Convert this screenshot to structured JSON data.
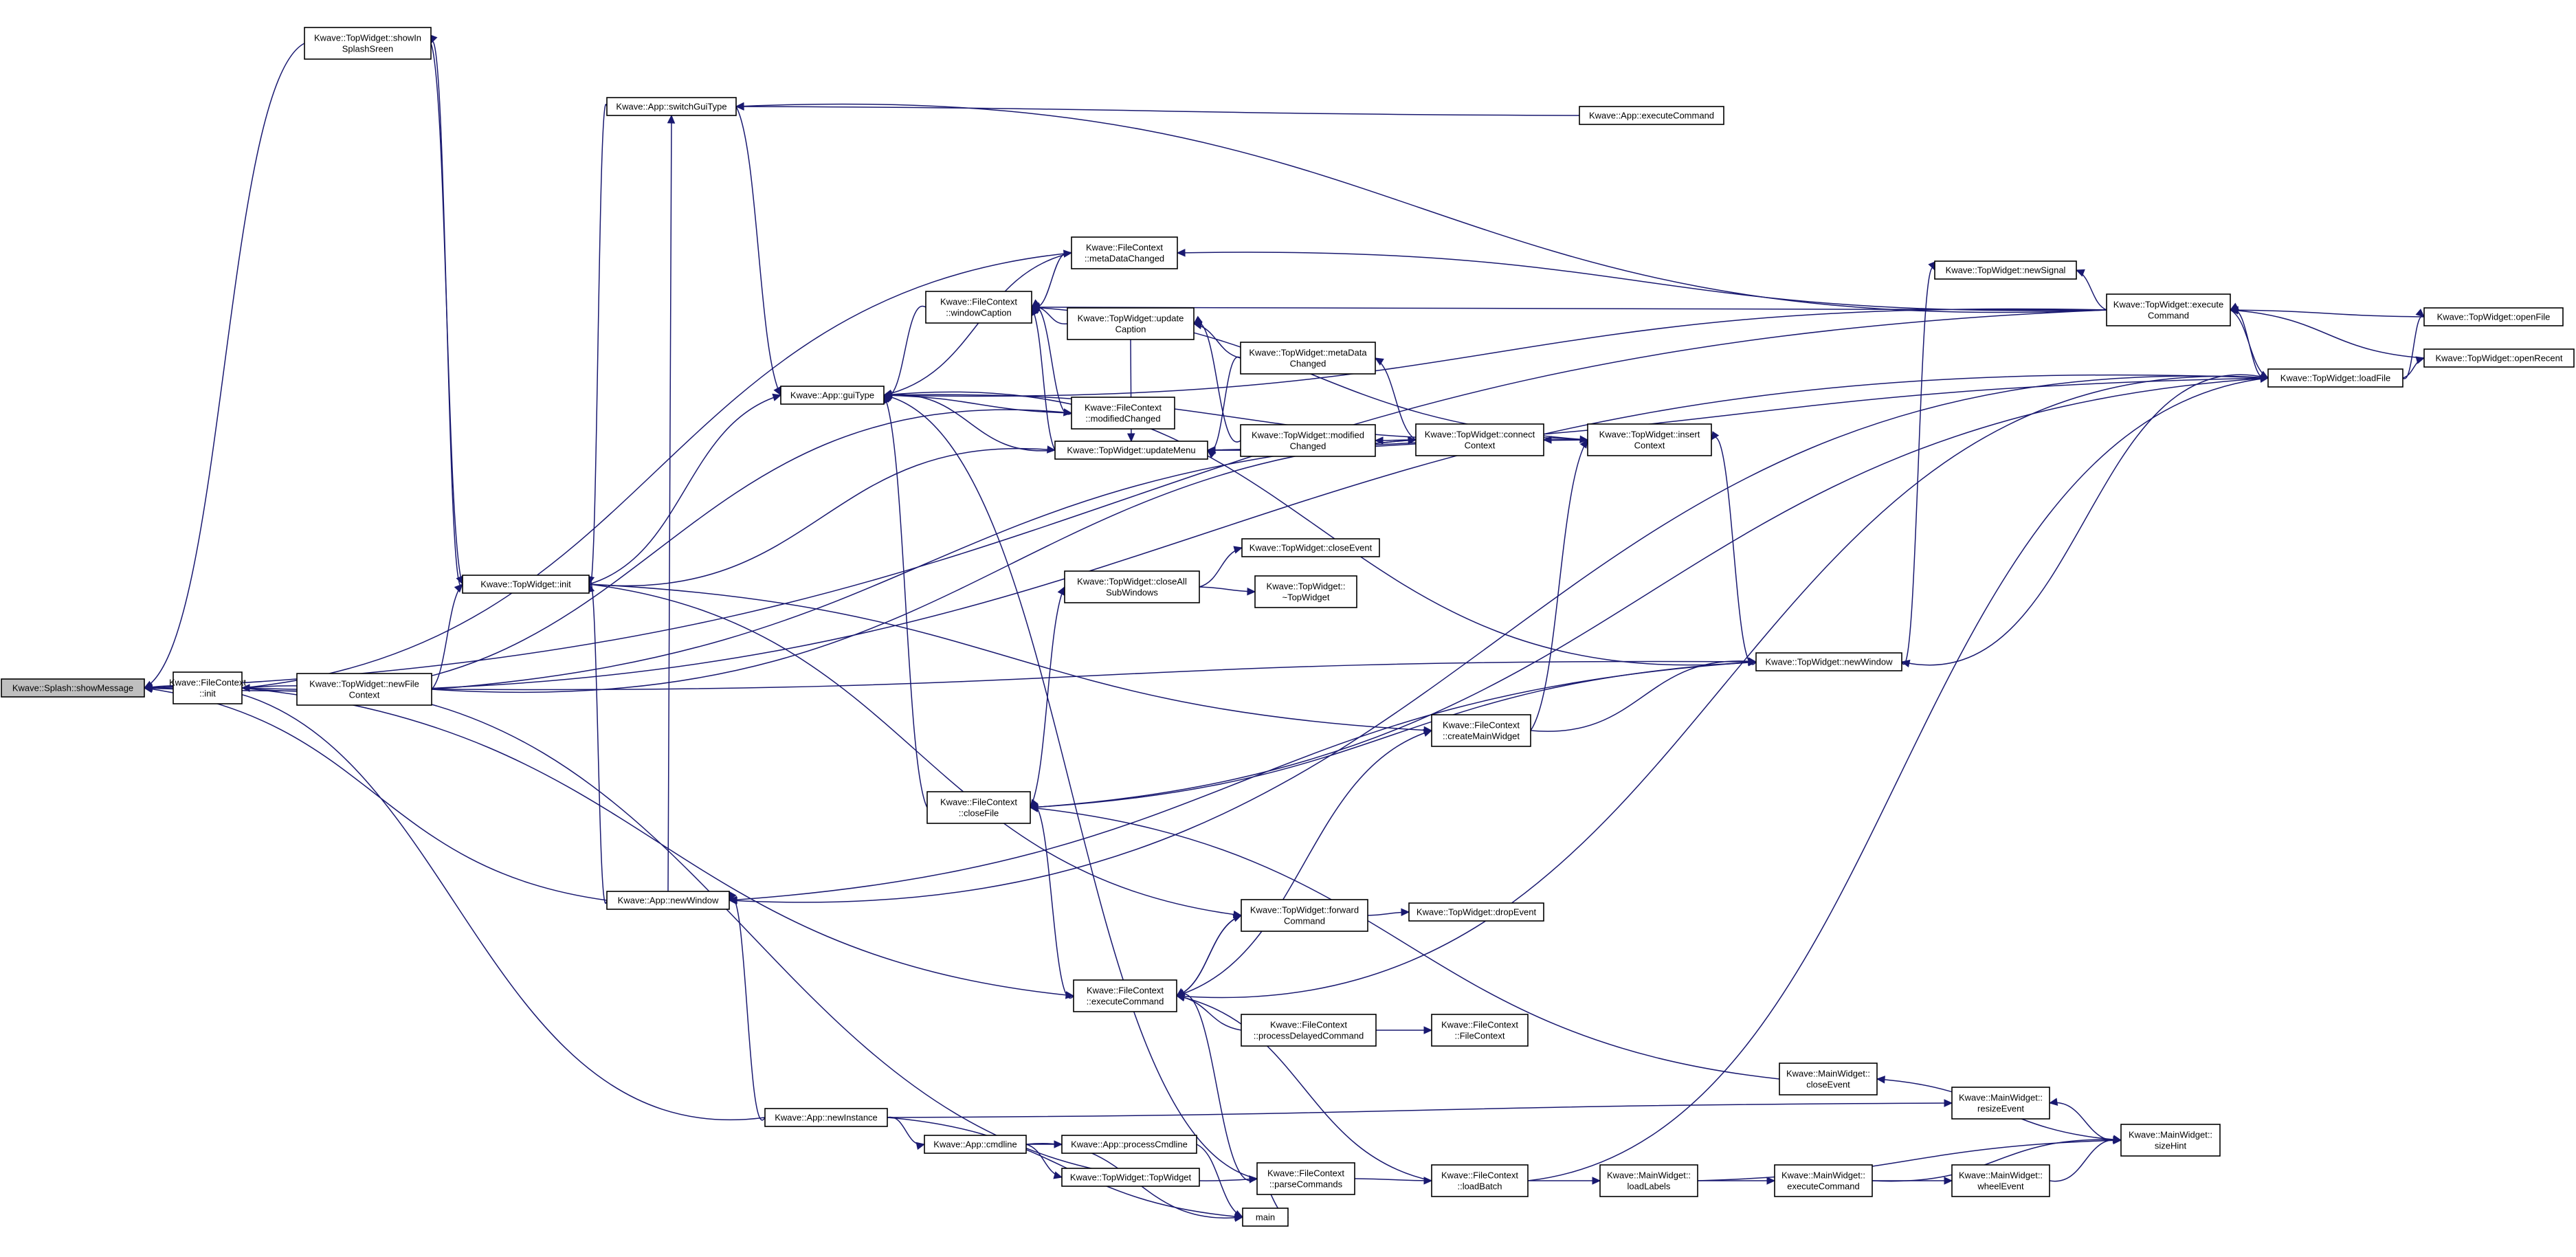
{
  "diagram": {
    "root": "showMessage",
    "colors": {
      "edge": "#191970",
      "node_border": "#000000",
      "root_fill": "#bfbfbf",
      "node_fill": "#ffffff"
    },
    "nodes": [
      {
        "id": "showMessage",
        "lines": [
          "Kwave::Splash::showMessage"
        ]
      },
      {
        "id": "fcInit",
        "lines": [
          "Kwave::FileContext",
          "::init"
        ]
      },
      {
        "id": "showInSplash",
        "lines": [
          "Kwave::TopWidget::showIn",
          "SplashSreen"
        ]
      },
      {
        "id": "switchGuiType",
        "lines": [
          "Kwave::App::switchGuiType"
        ]
      },
      {
        "id": "executeCommandApp",
        "lines": [
          "Kwave::App::executeCommand"
        ]
      },
      {
        "id": "metaDataChangedFC",
        "lines": [
          "Kwave::FileContext",
          "::metaDataChanged"
        ]
      },
      {
        "id": "windowCaption",
        "lines": [
          "Kwave::FileContext",
          "::windowCaption"
        ]
      },
      {
        "id": "guiType",
        "lines": [
          "Kwave::App::guiType"
        ]
      },
      {
        "id": "modifiedChangedFC",
        "lines": [
          "Kwave::FileContext",
          "::modifiedChanged"
        ]
      },
      {
        "id": "updateCaption",
        "lines": [
          "Kwave::TopWidget::update",
          "Caption"
        ]
      },
      {
        "id": "metaDataChangedTW",
        "lines": [
          "Kwave::TopWidget::metaData",
          "Changed"
        ]
      },
      {
        "id": "updateMenu",
        "lines": [
          "Kwave::TopWidget::updateMenu"
        ]
      },
      {
        "id": "modifiedChangedTW",
        "lines": [
          "Kwave::TopWidget::modified",
          "Changed"
        ]
      },
      {
        "id": "connectContext",
        "lines": [
          "Kwave::TopWidget::connect",
          "Context"
        ]
      },
      {
        "id": "insertContext",
        "lines": [
          "Kwave::TopWidget::insert",
          "Context"
        ]
      },
      {
        "id": "newSignal",
        "lines": [
          "Kwave::TopWidget::newSignal"
        ]
      },
      {
        "id": "executeCommandTW",
        "lines": [
          "Kwave::TopWidget::execute",
          "Command"
        ]
      },
      {
        "id": "openFile",
        "lines": [
          "Kwave::TopWidget::openFile"
        ]
      },
      {
        "id": "loadFile",
        "lines": [
          "Kwave::TopWidget::loadFile"
        ]
      },
      {
        "id": "openRecent",
        "lines": [
          "Kwave::TopWidget::openRecent"
        ]
      },
      {
        "id": "twInit",
        "lines": [
          "Kwave::TopWidget::init"
        ]
      },
      {
        "id": "newFileContext",
        "lines": [
          "Kwave::TopWidget::newFile",
          "Context"
        ]
      },
      {
        "id": "closeEventTW",
        "lines": [
          "Kwave::TopWidget::closeEvent"
        ]
      },
      {
        "id": "closeAllSub",
        "lines": [
          "Kwave::TopWidget::closeAll",
          "SubWindows"
        ]
      },
      {
        "id": "dtorTW",
        "lines": [
          "Kwave::TopWidget::",
          "~TopWidget"
        ]
      },
      {
        "id": "newWindowTW",
        "lines": [
          "Kwave::TopWidget::newWindow"
        ]
      },
      {
        "id": "createMainWidget",
        "lines": [
          "Kwave::FileContext",
          "::createMainWidget"
        ]
      },
      {
        "id": "closeFile",
        "lines": [
          "Kwave::FileContext",
          "::closeFile"
        ]
      },
      {
        "id": "newWindowApp",
        "lines": [
          "Kwave::App::newWindow"
        ]
      },
      {
        "id": "forwardCommand",
        "lines": [
          "Kwave::TopWidget::forward",
          "Command"
        ]
      },
      {
        "id": "dropEvent",
        "lines": [
          "Kwave::TopWidget::dropEvent"
        ]
      },
      {
        "id": "executeCommandFC",
        "lines": [
          "Kwave::FileContext",
          "::executeCommand"
        ]
      },
      {
        "id": "processDelayed",
        "lines": [
          "Kwave::FileContext",
          "::processDelayedCommand"
        ]
      },
      {
        "id": "fcCtor",
        "lines": [
          "Kwave::FileContext",
          "::FileContext"
        ]
      },
      {
        "id": "closeEventMW",
        "lines": [
          "Kwave::MainWidget::",
          "closeEvent"
        ]
      },
      {
        "id": "resizeEvent",
        "lines": [
          "Kwave::MainWidget::",
          "resizeEvent"
        ]
      },
      {
        "id": "sizeHint",
        "lines": [
          "Kwave::MainWidget::",
          "sizeHint"
        ]
      },
      {
        "id": "newInstance",
        "lines": [
          "Kwave::App::newInstance"
        ]
      },
      {
        "id": "cmdline",
        "lines": [
          "Kwave::App::cmdline"
        ]
      },
      {
        "id": "processCmdline",
        "lines": [
          "Kwave::App::processCmdline"
        ]
      },
      {
        "id": "twCtor",
        "lines": [
          "Kwave::TopWidget::TopWidget"
        ]
      },
      {
        "id": "parseCommands",
        "lines": [
          "Kwave::FileContext",
          "::parseCommands"
        ]
      },
      {
        "id": "loadBatch",
        "lines": [
          "Kwave::FileContext",
          "::loadBatch"
        ]
      },
      {
        "id": "loadLabels",
        "lines": [
          "Kwave::MainWidget::",
          "loadLabels"
        ]
      },
      {
        "id": "executeCommandMW",
        "lines": [
          "Kwave::MainWidget::",
          "executeCommand"
        ]
      },
      {
        "id": "wheelEvent",
        "lines": [
          "Kwave::MainWidget::",
          "wheelEvent"
        ]
      },
      {
        "id": "main",
        "lines": [
          "main"
        ]
      }
    ],
    "edges": [
      [
        "fcInit",
        "showMessage"
      ],
      [
        "showInSplash",
        "showMessage"
      ],
      [
        "newWindowApp",
        "showMessage"
      ],
      [
        "newInstance",
        "showMessage"
      ],
      [
        "loadFile",
        "showMessage"
      ],
      [
        "executeCommandTW",
        "showMessage"
      ],
      [
        "newFileContext",
        "fcInit"
      ],
      [
        "twInit",
        "showInSplash"
      ],
      [
        "executeCommandApp",
        "switchGuiType"
      ],
      [
        "executeCommandTW",
        "switchGuiType"
      ],
      [
        "fcInit",
        "metaDataChangedFC"
      ],
      [
        "executeCommandTW",
        "metaDataChangedFC"
      ],
      [
        "metaDataChangedFC",
        "windowCaption"
      ],
      [
        "modifiedChangedFC",
        "windowCaption"
      ],
      [
        "updateMenu",
        "windowCaption"
      ],
      [
        "updateCaption",
        "windowCaption"
      ],
      [
        "insertContext",
        "windowCaption"
      ],
      [
        "executeCommandTW",
        "windowCaption"
      ],
      [
        "windowCaption",
        "guiType"
      ],
      [
        "metaDataChangedFC",
        "guiType"
      ],
      [
        "modifiedChangedFC",
        "guiType"
      ],
      [
        "updateMenu",
        "guiType"
      ],
      [
        "closeFile",
        "guiType"
      ],
      [
        "switchGuiType",
        "guiType"
      ],
      [
        "twInit",
        "guiType"
      ],
      [
        "newWindowTW",
        "guiType"
      ],
      [
        "parseCommands",
        "guiType"
      ],
      [
        "insertContext",
        "guiType"
      ],
      [
        "executeCommandTW",
        "guiType"
      ],
      [
        "fcInit",
        "modifiedChangedFC"
      ],
      [
        "metaDataChangedTW",
        "updateCaption"
      ],
      [
        "modifiedChangedTW",
        "updateCaption"
      ],
      [
        "connectContext",
        "metaDataChangedTW"
      ],
      [
        "updateCaption",
        "updateMenu"
      ],
      [
        "metaDataChangedTW",
        "updateMenu"
      ],
      [
        "twInit",
        "updateMenu"
      ],
      [
        "insertContext",
        "updateMenu"
      ],
      [
        "loadFile",
        "updateMenu"
      ],
      [
        "connectContext",
        "modifiedChangedTW"
      ],
      [
        "insertContext",
        "connectContext"
      ],
      [
        "newFileContext",
        "connectContext"
      ],
      [
        "newWindowTW",
        "insertContext"
      ],
      [
        "createMainWidget",
        "insertContext"
      ],
      [
        "newFileContext",
        "insertContext"
      ],
      [
        "executeCommandTW",
        "newSignal"
      ],
      [
        "newWindowTW",
        "newSignal"
      ],
      [
        "openFile",
        "executeCommandTW"
      ],
      [
        "loadFile",
        "executeCommandTW"
      ],
      [
        "openRecent",
        "executeCommandTW"
      ],
      [
        "loadFile",
        "openFile"
      ],
      [
        "loadFile",
        "openRecent"
      ],
      [
        "executeCommandTW",
        "loadFile"
      ],
      [
        "newFileContext",
        "twInit"
      ],
      [
        "newWindowApp",
        "twInit"
      ],
      [
        "switchGuiType",
        "twInit"
      ],
      [
        "showInSplash",
        "twInit"
      ],
      [
        "closeAllSub",
        "closeEventTW"
      ],
      [
        "closeAllSub",
        "dtorTW"
      ],
      [
        "closeFile",
        "closeAllSub"
      ],
      [
        "createMainWidget",
        "newWindowTW"
      ],
      [
        "closeFile",
        "newWindowTW"
      ],
      [
        "newFileContext",
        "newWindowTW"
      ],
      [
        "loadFile",
        "newWindowTW"
      ],
      [
        "twInit",
        "createMainWidget"
      ],
      [
        "executeCommandFC",
        "createMainWidget"
      ],
      [
        "executeCommandFC",
        "closeFile"
      ],
      [
        "closeEventMW",
        "closeFile"
      ],
      [
        "loadFile",
        "closeFile"
      ],
      [
        "newWindowApp",
        "switchGuiType"
      ],
      [
        "newWindowTW",
        "newWindowApp"
      ],
      [
        "loadFile",
        "newWindowApp"
      ],
      [
        "newInstance",
        "newWindowApp"
      ],
      [
        "executeCommandFC",
        "forwardCommand"
      ],
      [
        "twInit",
        "forwardCommand"
      ],
      [
        "forwardCommand",
        "dropEvent"
      ],
      [
        "fcInit",
        "executeCommandFC"
      ],
      [
        "processDelayed",
        "executeCommandFC"
      ],
      [
        "parseCommands",
        "executeCommandFC"
      ],
      [
        "loadBatch",
        "executeCommandFC"
      ],
      [
        "forwardCommand",
        "executeCommandFC"
      ],
      [
        "loadFile",
        "executeCommandFC"
      ],
      [
        "processDelayed",
        "fcCtor"
      ],
      [
        "sizeHint",
        "closeEventMW"
      ],
      [
        "sizeHint",
        "resizeEvent"
      ],
      [
        "fcInit",
        "parseCommands"
      ],
      [
        "newInstance",
        "main"
      ],
      [
        "cmdline",
        "main"
      ],
      [
        "processCmdline",
        "main"
      ],
      [
        "cmdline",
        "processCmdline"
      ],
      [
        "cmdline",
        "twCtor"
      ],
      [
        "newInstance",
        "cmdline"
      ],
      [
        "parseCommands",
        "loadBatch"
      ],
      [
        "loadBatch",
        "loadLabels"
      ],
      [
        "loadLabels",
        "executeCommandMW"
      ],
      [
        "loadLabels",
        "sizeHint"
      ],
      [
        "executeCommandMW",
        "sizeHint"
      ],
      [
        "executeCommandMW",
        "wheelEvent"
      ],
      [
        "wheelEvent",
        "sizeHint"
      ],
      [
        "loadBatch",
        "loadFile"
      ],
      [
        "parseCommands",
        "main"
      ],
      [
        "newInstance",
        "resizeEvent"
      ]
    ]
  }
}
